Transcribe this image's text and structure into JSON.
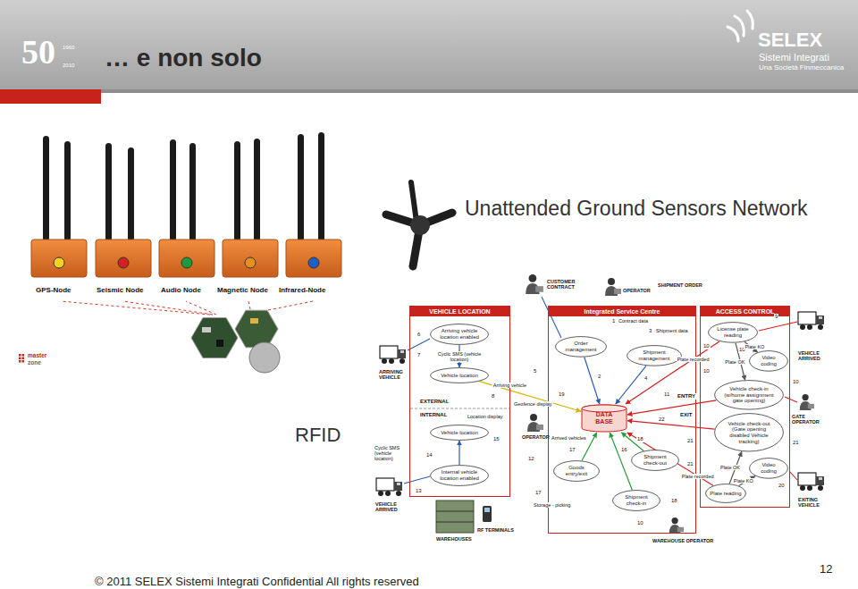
{
  "diagram": {
    "title": "… e non solo",
    "nodes": [
      {
        "text": [
          "VEHICLE LOCATION"
        ]
      },
      {
        "text": [
          "Arriving vehicle location enabled"
        ],
        "in": 0
      },
      {
        "text": [
          "Vehicle location"
        ],
        "in": 0
      },
      {
        "text": [
          "Vehicle location"
        ],
        "in": 0
      },
      {
        "text": [
          "Internal vehicle location enabled"
        ],
        "in": 0
      },
      {
        "text": [
          "Integrated Service Centre"
        ]
      },
      {
        "text": [
          "Order management"
        ],
        "in": 5
      },
      {
        "text": [
          "Shipment management"
        ],
        "in": 5
      },
      {
        "text": [
          "DATA BASE"
        ],
        "in": 5
      },
      {
        "text": [
          "Goods entry/exit"
        ],
        "in": 5
      },
      {
        "text": [
          "Shipment check-out"
        ],
        "in": 5
      },
      {
        "text": [
          "Shipment check-in"
        ],
        "in": 5
      },
      {
        "text": [
          "ACCESS CONTROL"
        ]
      },
      {
        "text": [
          "License plate reading"
        ],
        "in": 12
      },
      {
        "text": [
          "Video coding"
        ],
        "in": 12
      },
      {
        "text": [
          "Vehicle check-in (w/home assignment gate opening)"
        ],
        "in": 12
      },
      {
        "text": [
          "Vehicle check-out (Gate opening disabled Vehicle tracking)"
        ],
        "in": 12
      },
      {
        "text": [
          "Video coding"
        ],
        "in": 12
      },
      {
        "text": [
          "Plate reading"
        ],
        "in": 12
      }
    ],
    "edges": [
      {
        "from": 1,
        "to": 2,
        "arrow": "to",
        "label": "Cyclic SMS (vehicle location)"
      },
      {
        "from": 4,
        "to": 3,
        "arrow": "to"
      },
      {
        "from": 2,
        "to": 8,
        "arrow": "to",
        "label": "Arriving vehicle"
      },
      {
        "from": 6,
        "to": 8,
        "arrow": "to"
      },
      {
        "from": 7,
        "to": 8,
        "arrow": "to"
      },
      {
        "from": 9,
        "to": 8,
        "arrow": "to"
      },
      {
        "from": 10,
        "to": 8,
        "arrow": "to"
      },
      {
        "from": 11,
        "to": 8,
        "arrow": "to"
      },
      {
        "from": 13,
        "to": 8,
        "arrow": "to",
        "label": "Plate recorded"
      },
      {
        "from": 18,
        "to": 8,
        "arrow": "to",
        "label": "Plate recorded"
      },
      {
        "from": 15,
        "to": 8,
        "arrow": "to"
      },
      {
        "from": 16,
        "to": 8,
        "arrow": "to"
      },
      {
        "from": 13,
        "to": 14,
        "arrow": "to",
        "label": "Plate KO"
      },
      {
        "from": 13,
        "to": 15,
        "arrow": "to",
        "label": "Plate OK"
      },
      {
        "from": 18,
        "to": 17,
        "arrow": "to",
        "label": "Plate KO"
      },
      {
        "from": 18,
        "to": 16,
        "arrow": "to",
        "label": "Plate OK"
      }
    ],
    "labels": [
      "50",
      "1960",
      "2010",
      "SELEX",
      "Sistemi Integrati",
      "Una Società Finmeccanica",
      "Unattended Ground Sensors Network",
      "GPS-Node",
      "Seismic Node",
      "Audio Node",
      "Magnetic Node",
      "Infrared-Node",
      "RFID",
      "master",
      "zone",
      "© 2011 SELEX Sistemi Integrati Confidential All rights reserved",
      "12",
      "CUSTOMER CONTRACT",
      "OPERATOR",
      "SHIPMENT ORDER",
      "ARRIVING VEHICLE",
      "VEHICLE ARRIVED",
      "Cyclic SMS (vehicle location)",
      "EXTERNAL",
      "INTERNAL",
      "Geofence display",
      "Location display",
      "OPERATOR",
      "Contract data",
      "Shipment data",
      "Arrived vehicles",
      "Storage - picking",
      "WAREHOUSES",
      "RF TERMINALS",
      "WAREHOUSE OPERATOR",
      "ENTRY",
      "EXIT",
      "VEHICLE ARRIVED",
      "GATE OPERATOR",
      "EXITING VEHICLE",
      "1",
      "3",
      "2",
      "4",
      "5",
      "6",
      "7",
      "8",
      "9",
      "10",
      "10",
      "10",
      "10",
      "10",
      "11",
      "22",
      "21",
      "21",
      "21",
      "20",
      "19",
      "15",
      "14",
      "13",
      "12",
      "17",
      "16",
      "18",
      "17",
      "18"
    ]
  }
}
